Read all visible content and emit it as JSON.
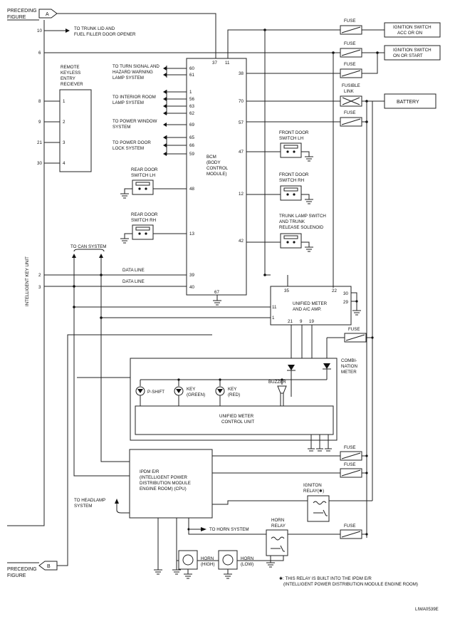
{
  "connectors": {
    "preceding_a": {
      "label_1": "PRECEDING",
      "label_2": "FIGURE",
      "tag": "A"
    },
    "preceding_b": {
      "label_1": "PRECEDING",
      "label_2": "FIGURE",
      "tag": "B"
    }
  },
  "power_sources": {
    "ign_acc": {
      "line1": "IGNITION SWITCH",
      "line2": "ACC OR ON"
    },
    "ign_on": {
      "line1": "IGNITION SWITCH",
      "line2": "ON OR START"
    },
    "battery": "BATTERY",
    "fuse": "FUSE",
    "fusible_link": {
      "line1": "FUSIBLE",
      "line2": "LINK"
    }
  },
  "intelligent_key_unit": {
    "label": "INTELLIGENT KEY UNIT",
    "pins": [
      "10",
      "6",
      "8",
      "9",
      "21",
      "30",
      "2",
      "3"
    ],
    "trunk_opener": {
      "line1": "TO TRUNK LID AND",
      "line2": "FUEL FILLER DOOR OPENER"
    }
  },
  "remote_keyless": {
    "lines": [
      "REMOTE",
      "KEYLESS",
      "ENTRY",
      "RECIEVER"
    ],
    "pins": [
      "1",
      "2",
      "3",
      "4"
    ]
  },
  "bcm": {
    "lines": [
      "BCM",
      "(BODY",
      "CONTROL",
      "MODULE)"
    ],
    "top_pins": [
      "37",
      "11"
    ],
    "left_pins": [
      "60",
      "61",
      "1",
      "56",
      "63",
      "62",
      "69",
      "65",
      "66",
      "59",
      "48",
      "13",
      "39",
      "40"
    ],
    "right_pins": [
      "38",
      "70",
      "57",
      "47",
      "12",
      "42"
    ],
    "bottom_pin": "67"
  },
  "bcm_outputs": {
    "turn_signal": [
      "TO TURN SIGNAL AND",
      "HAZARD WARNING",
      "LAMP SYSTEM"
    ],
    "interior_room": [
      "TO INTERIOR ROOM",
      "LAMP SYSTEM"
    ],
    "power_window": [
      "TO POWER WINDOW",
      "SYSTEM"
    ],
    "power_door": [
      "TO POWER DOOR",
      "LOCK SYSTEM"
    ]
  },
  "switches": {
    "rear_lh": [
      "REAR DOOR",
      "SWITCH LH"
    ],
    "rear_rh": [
      "REAR DOOR",
      "SWITCH RH"
    ],
    "front_lh": [
      "FRONT DOOR",
      "SWITCH LH"
    ],
    "front_rh": [
      "FRONT DOOR",
      "SWITCH RH"
    ],
    "trunk": [
      "TRUNK LAMP SWITCH",
      "AND TRUNK",
      "RELEASE SOLENOID"
    ]
  },
  "can": {
    "label": "TO CAN SYSTEM",
    "data_line": "DATA LINE"
  },
  "unified_meter": {
    "lines": [
      "UNIFIED METER",
      "AND A/C AMP."
    ],
    "pins": [
      "35",
      "22",
      "30",
      "29",
      "11",
      "1",
      "21",
      "9",
      "19"
    ]
  },
  "combination_meter": {
    "lines": [
      "COMBI-",
      "NATION",
      "METER"
    ],
    "p_shift": "P-SHIFT",
    "key_green": [
      "KEY",
      "(GREEN)"
    ],
    "key_red": [
      "KEY",
      "(RED)"
    ],
    "buzzer": "BUZZER",
    "control_unit": [
      "UNIFIED METER",
      "CONTROL UNIT"
    ]
  },
  "ipdm": {
    "lines": [
      "IPDM E/R",
      "(INTELLIGENT POWER",
      "DISTRIBUTION MODULE",
      "ENGINE ROOM) (CPU)"
    ],
    "headlamp": [
      "TO HEADLAMP",
      "SYSTEM"
    ],
    "horn_system": "TO HORN SYSTEM"
  },
  "relays": {
    "ignition": [
      "IGNITON",
      "RELAY(✱)"
    ],
    "horn": [
      "HORN",
      "RELAY"
    ]
  },
  "horns": {
    "high": [
      "HORN",
      "(HIGH)"
    ],
    "low": [
      "HORN",
      "(LOW)"
    ]
  },
  "footnote": {
    "line1": "✱: THIS RELAY IS BUILT INTO THE IPDM E/R",
    "line2": "(INTELLIGENT POWER DISTRIBUTION MODULE ENGINE ROOM)"
  },
  "figure_id": "LIWA0539E"
}
